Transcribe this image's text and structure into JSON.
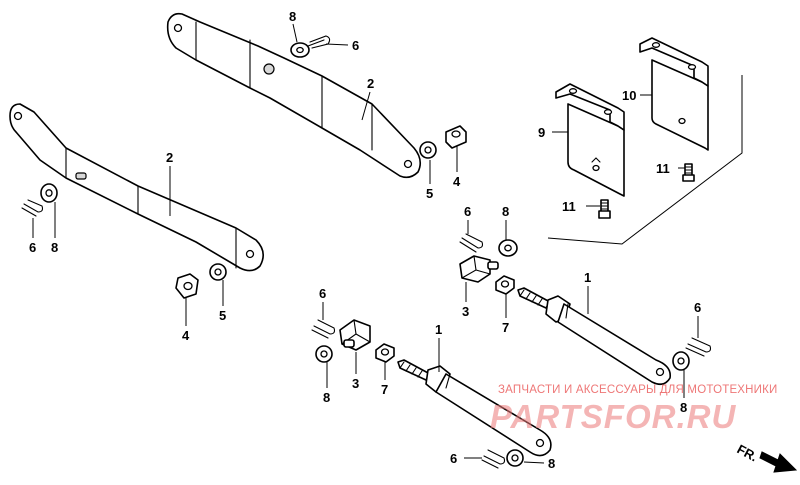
{
  "callouts": {
    "c1a": "1",
    "c1b": "1",
    "c2a": "2",
    "c2b": "2",
    "c3a": "3",
    "c3b": "3",
    "c4a": "4",
    "c4b": "4",
    "c5a": "5",
    "c5b": "5",
    "c6a": "6",
    "c6b": "6",
    "c6c": "6",
    "c6d": "6",
    "c6e": "6",
    "c6f": "6",
    "c7a": "7",
    "c7b": "7",
    "c8a": "8",
    "c8b": "8",
    "c8c": "8",
    "c8d": "8",
    "c8e": "8",
    "c8f": "8",
    "c9": "9",
    "c10": "10",
    "c11a": "11",
    "c11b": "11"
  },
  "watermark": {
    "caption": "ЗАПЧАСТИ И АКСЕССУАРЫ ДЛЯ МОТОТЕХНИКИ",
    "logo": "PARTSFOR.RU"
  },
  "direction_marker": "FR.",
  "colors": {
    "line": "#000000",
    "background": "#ffffff",
    "watermark": "#ee7777"
  }
}
